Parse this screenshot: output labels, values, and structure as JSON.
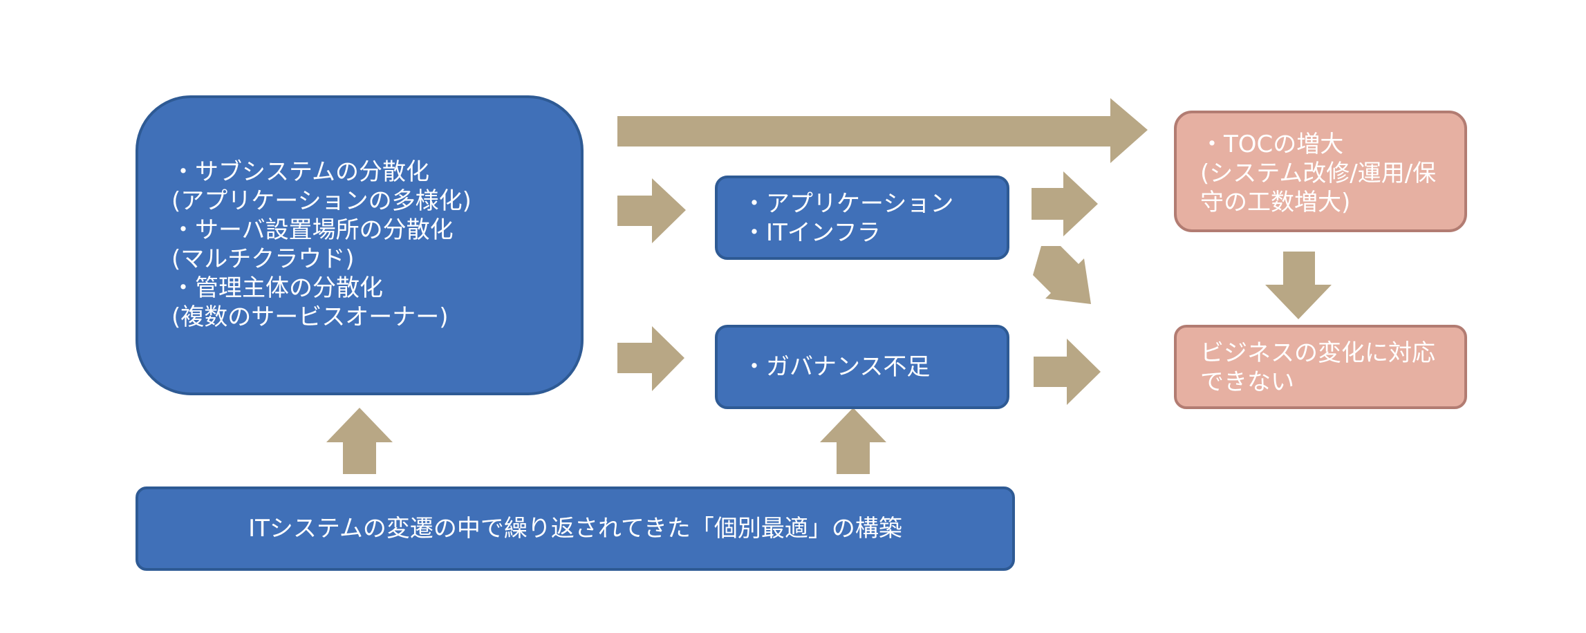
{
  "causes": {
    "lines": [
      "・サブシステムの分散化",
      "(アプリケーションの多様化)",
      "・サーバ設置場所の分散化",
      "(マルチクラウド)",
      "・管理主体の分散化",
      "(複数のサービスオーナー)"
    ]
  },
  "middle_top": {
    "lines": [
      "・アプリケーション",
      "・ITインフラ"
    ]
  },
  "middle_bottom": {
    "lines": [
      "・ガバナンス不足"
    ]
  },
  "root_cause": {
    "text": "ITシステムの変遷の中で繰り返されてきた「個別最適」の構築"
  },
  "result_top": {
    "lines": [
      "・TOCの増大",
      "(システム改修/運用/保",
      "守の工数増大)"
    ]
  },
  "result_bottom": {
    "lines": [
      "ビジネスの変化に対応",
      "できない"
    ]
  },
  "colors": {
    "box_blue": "#4070b8",
    "box_blue_border": "#2e5a94",
    "box_pink": "#e6b0a2",
    "box_pink_border": "#b27c72",
    "arrow": "#b8a785",
    "text": "#ffffff"
  }
}
